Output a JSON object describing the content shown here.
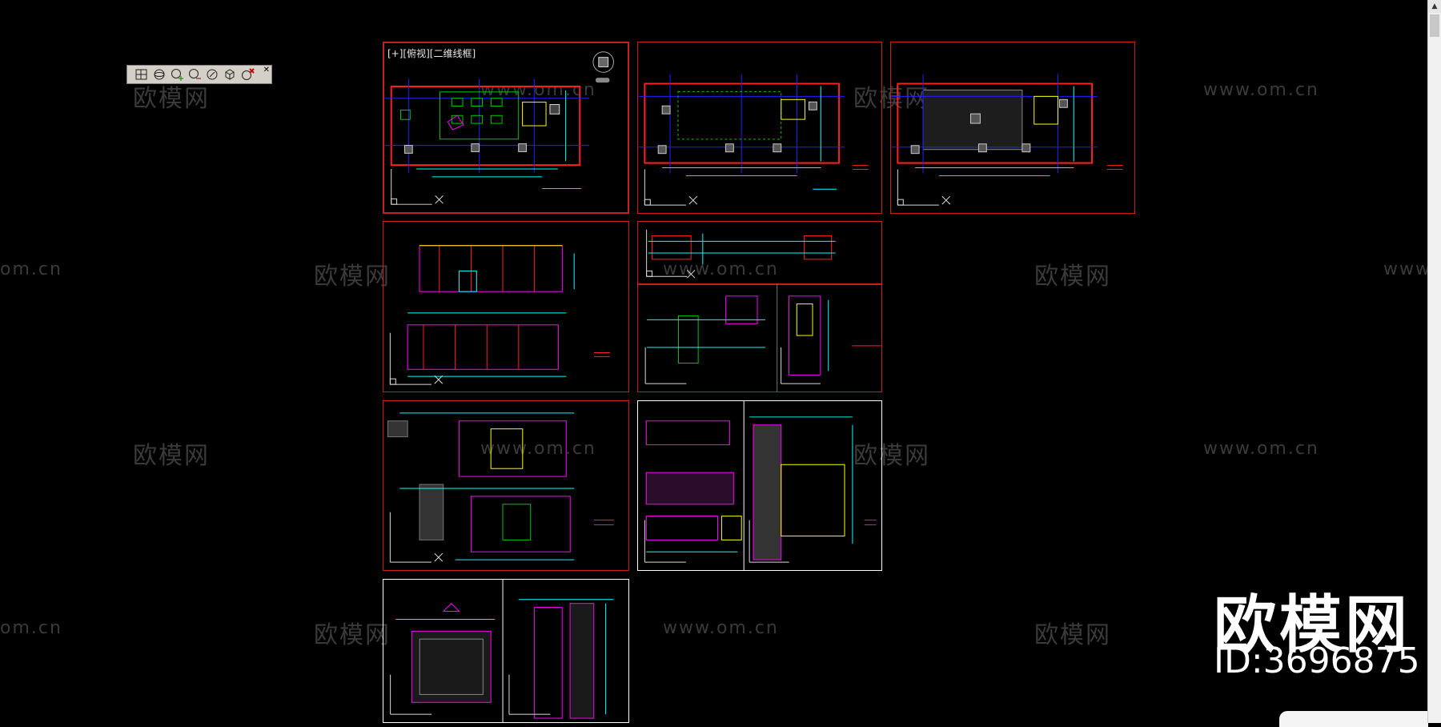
{
  "viewport_label": "[+][俯视][二维线框]",
  "watermark_cn": "欧模网",
  "watermark_url": "www.om.cn",
  "watermark_url_partial": "om.cn",
  "watermark_url_right": "www.o",
  "brand": {
    "name": "欧模网",
    "id": "ID:3696875"
  },
  "colors": {
    "background": "#000000",
    "frame_red": "#c81e1e",
    "frame_white": "#ffffff",
    "line_cyan": "#00ffff",
    "line_blue": "#2020ff",
    "line_red": "#ff2020",
    "line_green": "#00c800",
    "line_yellow": "#ffff00",
    "line_magenta": "#ff00ff"
  },
  "toolbar": {
    "icons": [
      "view-top-icon",
      "view-orbit-icon",
      "view-add-icon",
      "view-zoom-icon",
      "view-rotate-icon",
      "view-cube-icon",
      "view-delete-icon"
    ]
  },
  "scrollbar": {
    "up_glyph": "▲"
  }
}
